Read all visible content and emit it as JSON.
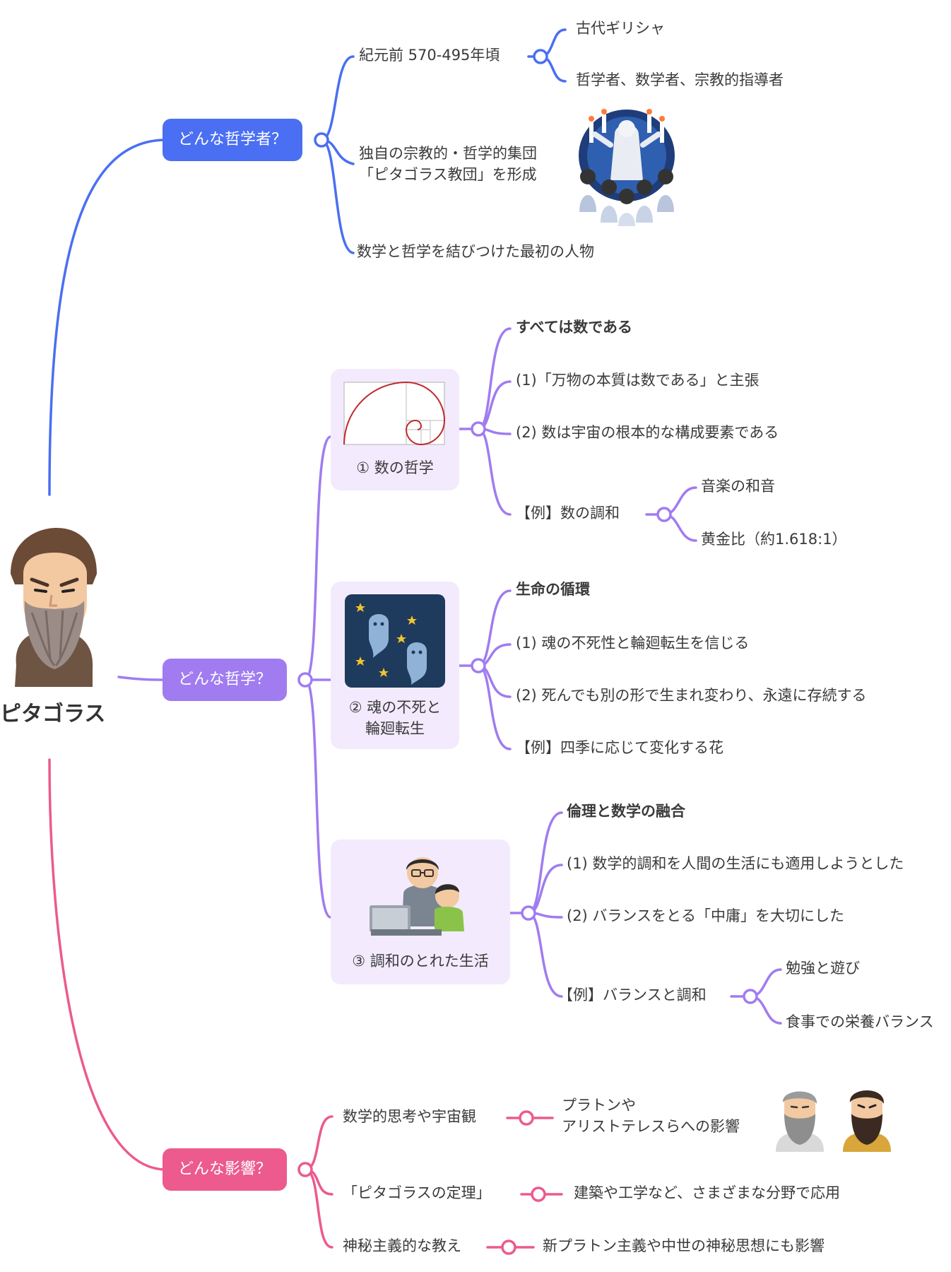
{
  "root": {
    "title": "ピタゴラス"
  },
  "colors": {
    "blue": "#4a6ff2",
    "purple": "#a07cf0",
    "pink": "#ec5a8e",
    "card": "#f3eafd"
  },
  "branches": {
    "who": {
      "label": "どんな哲学者？"
    },
    "philosophy": {
      "label": "どんな哲学？"
    },
    "influence": {
      "label": "どんな影響？"
    }
  },
  "who": {
    "era": "紀元前 570-495年頃",
    "era_children": [
      "古代ギリシャ",
      "哲学者、数学者、宗教的指導者"
    ],
    "group": "独自の宗教的・哲学的集団\n「ピタゴラス教団」を形成",
    "first": "数学と哲学を結びつけた最初の人物"
  },
  "cards": {
    "number": {
      "label": "① 数の哲学"
    },
    "soul": {
      "label": "② 魂の不死と\n輪廻転生"
    },
    "harmony": {
      "label": "③ 調和のとれた生活"
    }
  },
  "number": {
    "heading": "すべては数である",
    "p1": "(1)「万物の本質は数である」と主張",
    "p2": "(2) 数は宇宙の根本的な構成要素である",
    "example": "【例】数の調和",
    "examples": [
      "音楽の和音",
      "黄金比（約1.618:1）"
    ]
  },
  "soul": {
    "heading": "生命の循環",
    "p1": "(1) 魂の不死性と輪廻転生を信じる",
    "p2": "(2) 死んでも別の形で生まれ変わり、永遠に存続する",
    "example": "【例】四季に応じて変化する花"
  },
  "harmony": {
    "heading": "倫理と数学の融合",
    "p1": "(1) 数学的調和を人間の生活にも適用しようとした",
    "p2": "(2) バランスをとる「中庸」を大切にした",
    "example": "【例】バランスと調和",
    "examples": [
      "勉強と遊び",
      "食事での栄養バランス"
    ]
  },
  "influence": {
    "r1": {
      "left": "数学的思考や宇宙観",
      "right": "プラトンや\nアリストテレスらへの影響"
    },
    "r2": {
      "left": "「ピタゴラスの定理」",
      "right": "建築や工学など、さまざまな分野で応用"
    },
    "r3": {
      "left": "神秘主義的な教え",
      "right": "新プラトン主義や中世の神秘思想にも影響"
    }
  }
}
